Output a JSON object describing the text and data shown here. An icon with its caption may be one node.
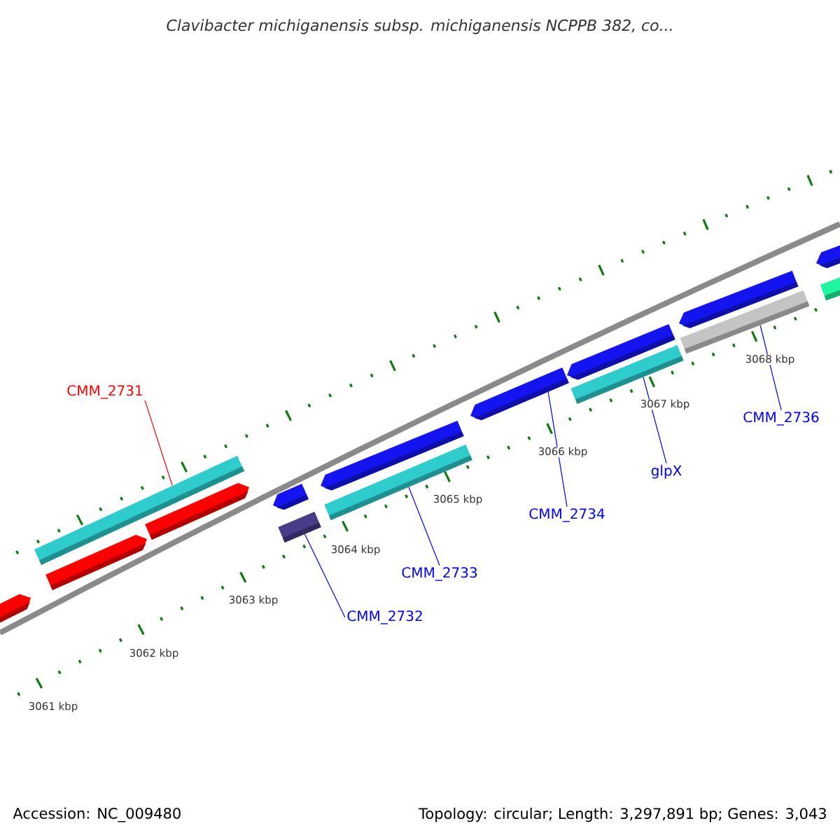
{
  "diagram": {
    "title": "Clavibacter michiganensis subsp. michiganensis NCPPB 382, co...",
    "nodes": [
      {
        "text": [
          "CMM_2731"
        ]
      },
      {
        "text": [],
        "shape": "bar"
      },
      {
        "text": [
          "CMM_2732"
        ]
      },
      {
        "text": [],
        "shape": "bar"
      },
      {
        "text": [
          "CMM_2733"
        ]
      },
      {
        "text": [],
        "shape": "bar"
      },
      {
        "text": [
          "CMM_2734"
        ]
      },
      {
        "text": [],
        "shape": "arrow"
      },
      {
        "text": [
          "glpX"
        ]
      },
      {
        "text": [],
        "shape": "bar"
      },
      {
        "text": [
          "CMM_2736"
        ]
      },
      {
        "text": [],
        "shape": "bar"
      }
    ],
    "edges": [
      {
        "from": 0,
        "to": 1,
        "arrow": "none",
        "color": "#ff0000"
      },
      {
        "from": 2,
        "to": 3,
        "arrow": "none"
      },
      {
        "from": 4,
        "to": 5,
        "arrow": "none"
      },
      {
        "from": 6,
        "to": 7,
        "arrow": "none"
      },
      {
        "from": 8,
        "to": 9,
        "arrow": "none"
      },
      {
        "from": 10,
        "to": 11,
        "arrow": "none"
      }
    ],
    "labels": [
      "3068 kbp",
      "3067 kbp",
      "3066 kbp",
      "3065 kbp",
      "3064 kbp",
      "3063 kbp",
      "3062 kbp",
      "3061 kbp",
      "Accession: NC_009480",
      "Topology: circular; Length: 3,297,891 bp; Genes: 3,043"
    ]
  }
}
